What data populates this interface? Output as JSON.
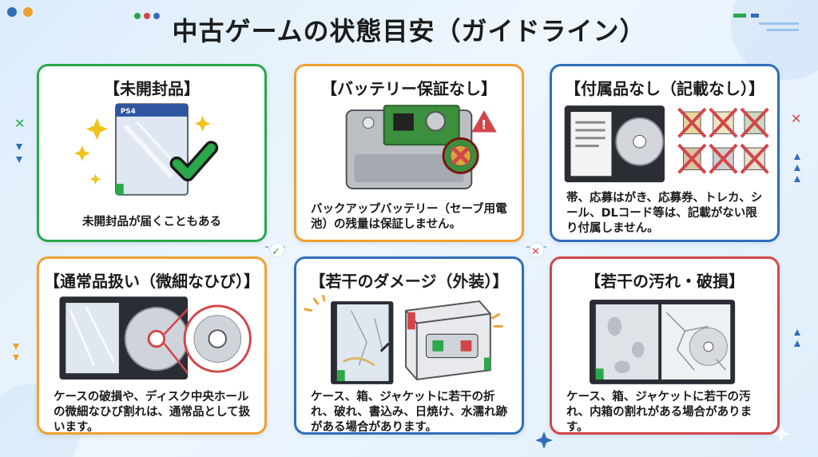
{
  "title": "中古ゲームの状態目安（ガイドライン）",
  "colors": {
    "green": "#2aa84a",
    "orange": "#f0a030",
    "blue": "#2f6fb8",
    "red": "#d2464a",
    "background": "#e4f0fb"
  },
  "cards": [
    {
      "title": "【未開封品】",
      "description": "未開封品が届くこともある",
      "border": "green",
      "icon": "sealed-ps4-case-check-icon",
      "case_label": "PS4"
    },
    {
      "title": "【バッテリー保証なし】",
      "description": "バックアップバッテリー（セーブ用電池）の残量は保証しません。",
      "border": "orange",
      "icon": "cartridge-battery-warning-icon"
    },
    {
      "title": "【付属品なし（記載なし）】",
      "description": "帯、応募はがき、応募券、トレカ、シール、DLコード等は、記載がない限り付属しません。",
      "border": "blue",
      "icon": "open-case-no-accessories-icon"
    },
    {
      "title": "【通常品扱い（微細なひび）】",
      "description": "ケースの破損や、ディスク中央ホールの微細なひび割れは、通常品として扱います。",
      "border": "orange",
      "icon": "disc-center-crack-magnify-icon"
    },
    {
      "title": "【若干のダメージ（外装）】",
      "description": "ケース、箱、ジャケットに若干の折れ、破れ、書込み、日焼け、水濡れ跡がある場合があります。",
      "border": "blue",
      "icon": "damaged-case-and-box-icon"
    },
    {
      "title": "【若干の汚れ・破損】",
      "description": "ケース、箱、ジャケットに若干の汚れ、内箱の割れがある場合があります。",
      "border": "red",
      "icon": "dirty-cracked-case-icon"
    }
  ]
}
